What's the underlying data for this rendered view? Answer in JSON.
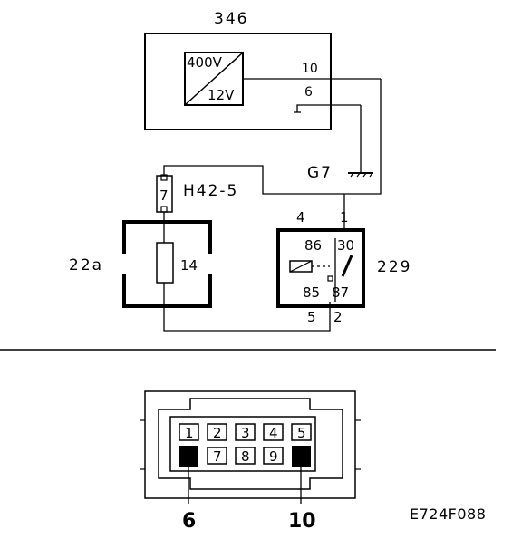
{
  "converter": {
    "id": "346",
    "voltage_in": "400V",
    "voltage_out": "12V",
    "pin_10": "10",
    "pin_6": "6"
  },
  "ground": {
    "label": "G7"
  },
  "fuse": {
    "number": "7",
    "label": "H42-5"
  },
  "unit_22a": {
    "label": "22a",
    "fuse_number": "14"
  },
  "relay": {
    "id": "229",
    "pin_4": "4",
    "pin_1": "1",
    "pin_5": "5",
    "pin_2": "2",
    "terminal_86": "86",
    "terminal_30": "30",
    "terminal_85": "85",
    "terminal_87": "87"
  },
  "connector": {
    "top_pins": [
      "1",
      "2",
      "3",
      "4",
      "5"
    ],
    "bottom_pins": [
      "7",
      "8",
      "9"
    ],
    "callout_left": "6",
    "callout_right": "10"
  },
  "figure_code": "E724F088"
}
